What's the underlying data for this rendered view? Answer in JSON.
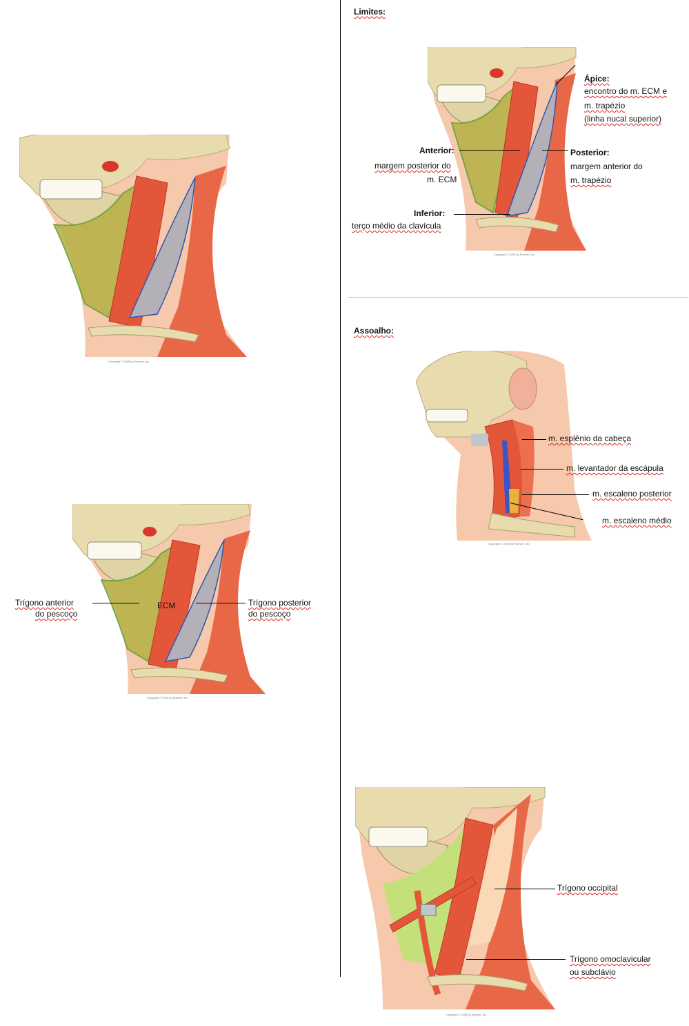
{
  "headings": {
    "limites": "Limites:",
    "assoalho": "Assoalho:"
  },
  "copyright": {
    "fig1": "Copyright © 2005 by Elsevier, Inc.",
    "fig2": "Copyright © 2005 by Elsevier, Inc.",
    "fig3": "Copyright © 2005 by Elsevier, Inc.",
    "fig4": "Copyright © 2005 by Elsevier, Inc.",
    "fig5": "Copyright © 2005 by Elsevier, Inc."
  },
  "figure_anterior_posterior": {
    "left_label_1": "Trígono anterior",
    "left_label_2": "do pescoço",
    "center_label": "ECM",
    "right_label_1": "Trígono posterior",
    "right_label_2": "do pescoço"
  },
  "figure_limites": {
    "apice_title": "Ápice:",
    "apice_1": "encontro do m. ECM e",
    "apice_2": "m. trapézio",
    "apice_3": "(linha nucal superior)",
    "anterior_title": "Anterior:",
    "anterior_1": "margem posterior do",
    "anterior_2": "m. ECM",
    "posterior_title": "Posterior:",
    "posterior_1": "margem anterior do",
    "posterior_2": "m. trapézio",
    "inferior_title": "Inferior:",
    "inferior_1": "terço médio da clavícula"
  },
  "figure_assoalho": {
    "l1": "m. esplênio da cabeça",
    "l2": "m. levantador da escápula",
    "l3": "m. escaleno posterior",
    "l4": "m. escaleno médio"
  },
  "figure_subdivisao": {
    "l1": "Trígono occipital",
    "l2a": "Trígono omoclavicular",
    "l2b": "ou subclávio"
  },
  "colors": {
    "skin": "#f6c9ad",
    "bone": "#e8dcae",
    "muscle": "#e3563a",
    "triangle_gray": "#b4b0b8",
    "anterior_green": "#b8b24a",
    "floor_green": "#c3e07a"
  }
}
